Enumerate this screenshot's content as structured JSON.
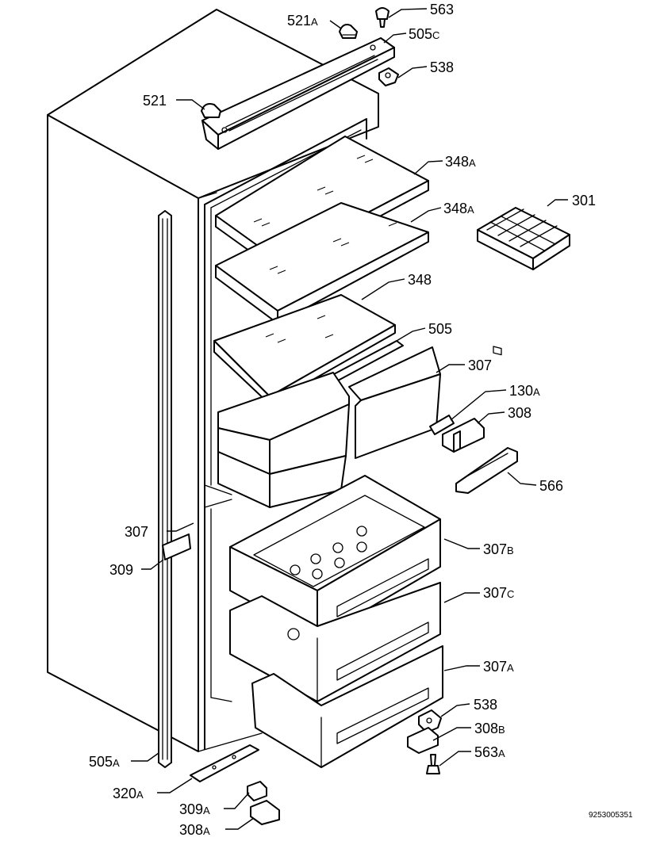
{
  "labels": [
    {
      "num": "521",
      "suffix": "A"
    },
    {
      "num": "563",
      "suffix": ""
    },
    {
      "num": "505",
      "suffix": "C"
    },
    {
      "num": "538",
      "suffix": ""
    },
    {
      "num": "521",
      "suffix": ""
    },
    {
      "num": "348",
      "suffix": "A"
    },
    {
      "num": "348",
      "suffix": "A"
    },
    {
      "num": "301",
      "suffix": ""
    },
    {
      "num": "348",
      "suffix": ""
    },
    {
      "num": "505",
      "suffix": ""
    },
    {
      "num": "307",
      "suffix": ""
    },
    {
      "num": "130",
      "suffix": "A"
    },
    {
      "num": "308",
      "suffix": ""
    },
    {
      "num": "566",
      "suffix": ""
    },
    {
      "num": "307",
      "suffix": ""
    },
    {
      "num": "309",
      "suffix": ""
    },
    {
      "num": "307",
      "suffix": "B"
    },
    {
      "num": "307",
      "suffix": "C"
    },
    {
      "num": "307",
      "suffix": "A"
    },
    {
      "num": "538",
      "suffix": ""
    },
    {
      "num": "308",
      "suffix": "B"
    },
    {
      "num": "563",
      "suffix": "A"
    },
    {
      "num": "505",
      "suffix": "A"
    },
    {
      "num": "320",
      "suffix": "A"
    },
    {
      "num": "309",
      "suffix": "A"
    },
    {
      "num": "308",
      "suffix": "A"
    }
  ],
  "document_code": "9253005351"
}
